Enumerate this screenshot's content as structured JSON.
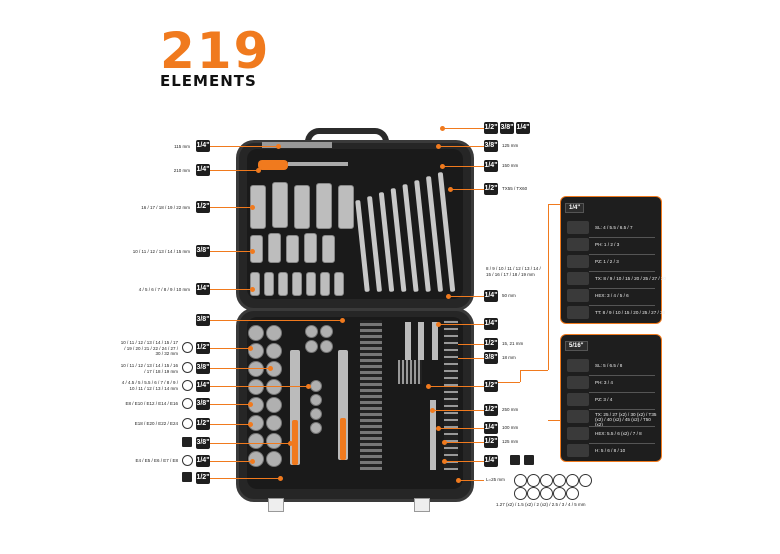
{
  "header": {
    "count": "219",
    "subtitle": "ELEMENTS"
  },
  "left_labels": {
    "l1": "115 mm",
    "l2": "210 mm",
    "l3": "16 / 17 / 18 / 19 / 22 mm",
    "l4": "10 / 11 / 12 / 13 / 14 / 15 mm",
    "l5": "4 / 5 / 6 / 7 / 8 / 9 / 10 mm",
    "l6": "10 / 11 / 12 / 13 / 14 / 15 / 17 / 19 / 20 / 21 / 22 / 24 / 27 / 30 / 32 mm",
    "l7": "10 / 11 / 12 / 13 / 14 / 15 / 16 / 17 / 18 / 19 mm",
    "l8": "4 / 4.5 / 5 / 5.5 / 6 / 7 / 8 / 9 / 10 / 11 / 12 / 13 / 14 mm",
    "l9": "E8 / E10 / E12 / E14 / E16",
    "l10": "E18 / E20 / E22 / E24",
    "l11": "E4 / E5 / E6 / E7 / E8"
  },
  "left_badges": {
    "b1": "1/4\"",
    "b2": "1/4\"",
    "b3": "1/2\"",
    "b4": "3/8\"",
    "b5": "1/4\"",
    "b6": "3/8\"",
    "b7": "1/2\"",
    "b8": "3/8\"",
    "b9": "1/4\"",
    "b10": "3/8\"",
    "b11": "1/2\"",
    "b12": "3/8\"",
    "b13": "1/4\"",
    "b14": "1/2\""
  },
  "right_labels": {
    "r1": "125 mm",
    "r2": "150 mm",
    "r3": "TX55 / TX60",
    "r4": "8 / 9 / 10 / 11 / 12 / 13 / 14 / 15 / 16 / 17 / 18 / 19 mm",
    "r5": "50 mm",
    "r6": "15, 21 mm",
    "r7": "18 mm",
    "r8": "250 mm",
    "r9": "100 mm",
    "r10": "125 mm",
    "r11": "L=25 mm",
    "r12": "1.27 (x2) / 1.5 (x2) / 2 (x2) / 2.5 / 3 / 4 / 5 mm"
  },
  "right_badges": {
    "t1": "1/2\"",
    "t2": "3/8\"",
    "t3": "1/4\"",
    "t4": "3/8\"",
    "t5": "1/4\"",
    "t6": "1/2\"",
    "t7": "1/4\"",
    "t8": "1/4\"",
    "t9": "1/2\"",
    "t10": "3/8\"",
    "t11": "1/2\"",
    "t12": "1/2\"",
    "t13": "1/4\"",
    "t14": "1/2\"",
    "t15": "1/4\""
  },
  "panel_top": {
    "tag": "1/4\"",
    "rows": [
      "SL: 4 / 5.5 / 6.5 / 7",
      "PH: 1 / 2 / 3",
      "PZ: 1 / 2 / 3",
      "TX: 8 / 9 / 10 / 15 / 20 / 25 / 27 / 30",
      "HEX: 3 / 4 / 5 / 6",
      "TT: 8 / 9 / 10 / 15 / 20 / 25 / 27 / 30"
    ]
  },
  "panel_bottom": {
    "tag": "5/16\"",
    "rows": [
      "SL: 5 / 6.5 / 8",
      "PH: 3 / 4",
      "PZ: 3 / 4",
      "TX: 25 / 27 (x2) / 30 (x2) / T35 (x2) / 40 (x2) / 45 (x2) / T50 (x2)",
      "HEX: 5.5 / 6 (x2) / 7 / 8",
      "H: 5 / 6 / 8 / 10"
    ]
  }
}
